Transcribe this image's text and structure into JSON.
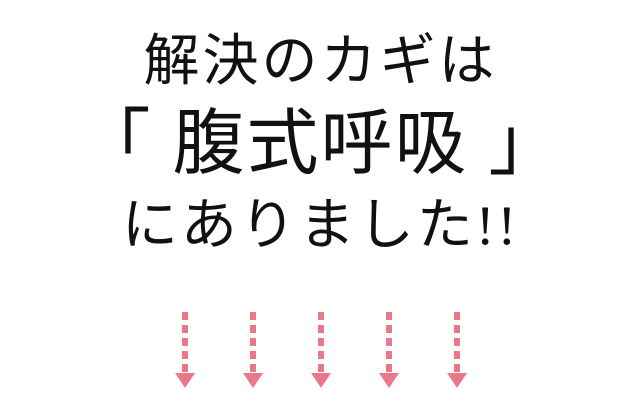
{
  "banner": {
    "background_color": "#ffffff",
    "text_color": "#111111",
    "arrow_color": "#e8798b",
    "line1": "解決のカギは",
    "line2": "「 腹式呼吸 」",
    "line3": "にありました!!",
    "arrow_count": 5
  }
}
